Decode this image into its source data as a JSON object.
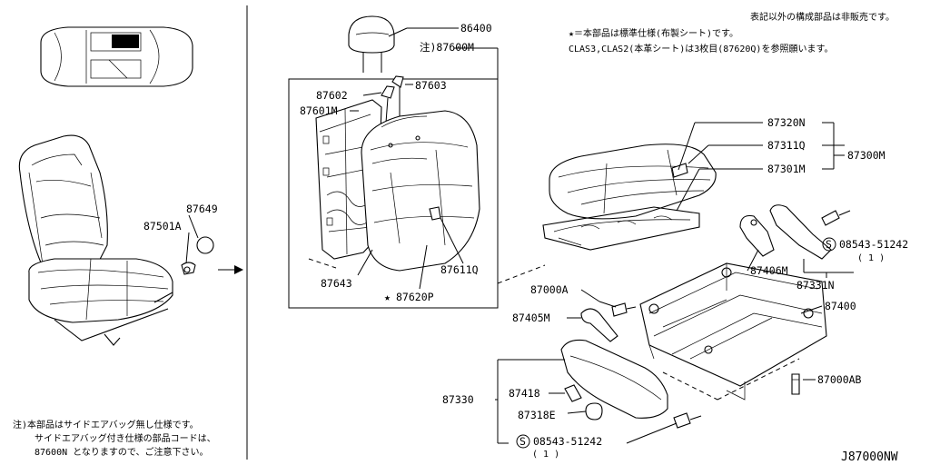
{
  "diagram": {
    "drawing_code": "J87000NW",
    "notes": {
      "top_right_1": "表記以外の構成部品は非販売です。",
      "top_right_2": "★＝本部品は標準仕様(布製シート)です。",
      "top_right_3": "CLAS3,CLAS2(本革シート)は3枚目(87620Q)を参照願います。",
      "bottom_left_1": "注)本部品はサイドエアバッグ無し仕様です。",
      "bottom_left_2": "サイドエアバッグ付き仕様の部品コードは、",
      "bottom_left_3": "87600N となりますので、ご注意下さい。"
    },
    "labels": {
      "p86400": "86400",
      "p87600M": "注)87600M",
      "p87602": "87602",
      "p87603": "87603",
      "p87601M": "87601M",
      "p87643": "87643",
      "p87620P": "87620P",
      "p87611Q": "87611Q",
      "p87320N": "87320N",
      "p87311Q": "87311Q",
      "p87301M": "87301M",
      "p87300M": "87300M",
      "p87649": "87649",
      "p87501A": "87501A",
      "p08543_top": "08543-51242",
      "p08543_top_qty": "( 1 )",
      "p87406M": "87406M",
      "p87331N": "87331N",
      "p87000A": "87000A",
      "p87405M": "87405M",
      "p87400": "87400",
      "p87000AB": "87000AB",
      "p87330": "87330",
      "p87418": "87418",
      "p87318E": "87318E",
      "p08543_bot": "08543-51242",
      "p08543_bot_qty": "( 1 )",
      "star": "★",
      "s_mark": "S"
    }
  }
}
